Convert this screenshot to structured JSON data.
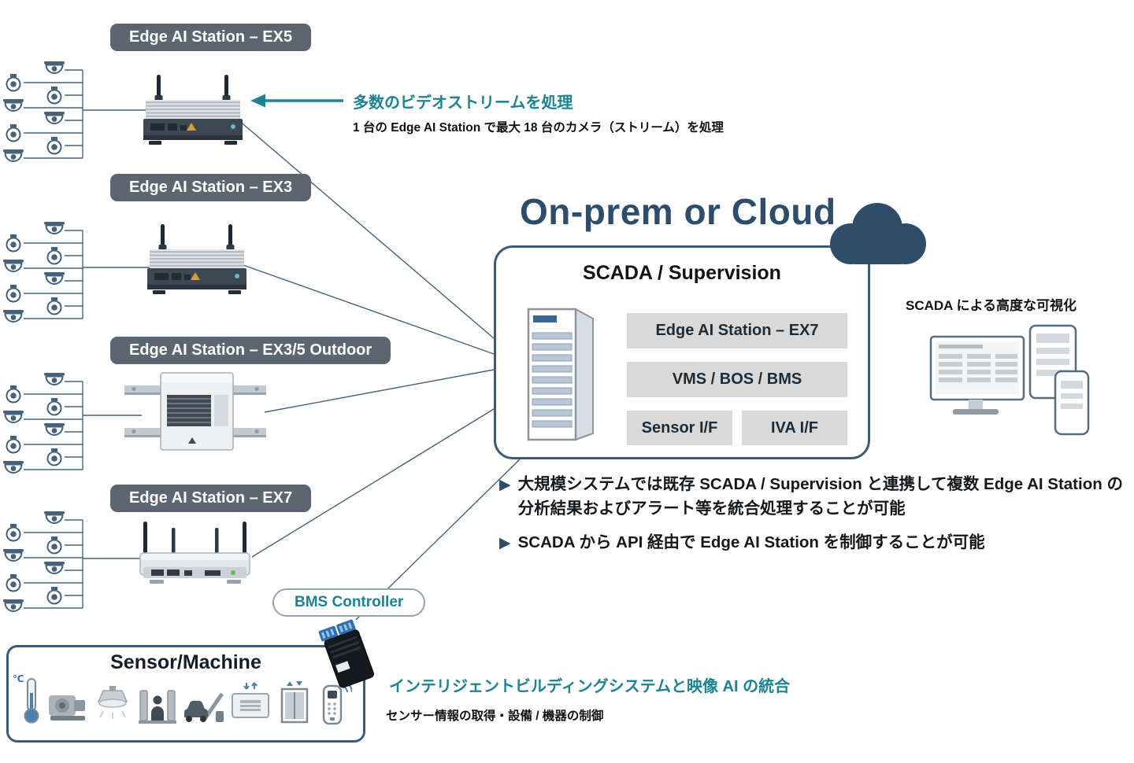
{
  "stations": [
    {
      "id": "ex5",
      "label": "Edge AI Station – EX5"
    },
    {
      "id": "ex3",
      "label": "Edge AI Station – EX3"
    },
    {
      "id": "ex35_outdoor",
      "label": "Edge AI Station – EX3/5 Outdoor"
    },
    {
      "id": "ex7",
      "label": "Edge AI Station – EX7"
    }
  ],
  "stream_note": {
    "title": "多数のビデオストリームを処理",
    "detail": "1 台の Edge AI Station で最大 18 台のカメラ（ストリーム）を処理"
  },
  "cloud_heading": "On-prem or Cloud",
  "scada": {
    "title": "SCADA / Supervision",
    "modules": [
      "Edge AI Station – EX7",
      "VMS / BOS / BMS",
      "Sensor I/F",
      "IVA I/F"
    ]
  },
  "visualization_caption": "SCADA による高度な可視化",
  "bullets": [
    {
      "marker": "▶",
      "text": "大規模システムでは既存 SCADA / Supervision と連携して複数 Edge AI Station の分析結果およびアラート等を統合処理することが可能"
    },
    {
      "marker": "▶",
      "text": "SCADA から API 経由で Edge AI Station を制御することが可能"
    }
  ],
  "bms_controller": {
    "label": "BMS Controller"
  },
  "sensor_machine": {
    "title": "Sensor/Machine",
    "thermometer_unit": "℃",
    "icons": [
      "thermometer",
      "machine",
      "ceiling-light",
      "security-gate",
      "car-barrier",
      "hvac-vent",
      "elevator",
      "smart-lock"
    ]
  },
  "integration_note": {
    "title": "インテリジェントビルディングシステムと映像 AI の統合",
    "detail": "センサー情報の取得・設備 / 機器の制御"
  },
  "colors": {
    "badge_bg": "#5c6670",
    "teal": "#1b8490",
    "navy": "#2e4d6b",
    "line": "#46627b",
    "module_bg": "#d9d9d9",
    "module_text": "#1c2b36",
    "box_border": "#3d5a78"
  }
}
